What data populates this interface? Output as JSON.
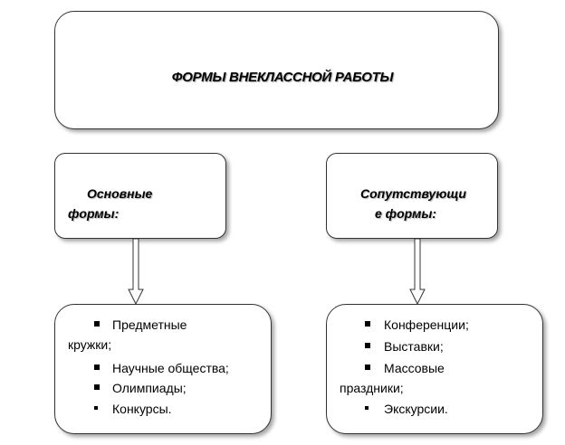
{
  "title": "ФОРМЫ ВНЕКЛАССНОЙ РАБОТЫ",
  "categories": {
    "left": {
      "line1": "Основные",
      "line2": "формы:"
    },
    "right": {
      "line1": "Сопутствующи",
      "line2": "е формы:"
    }
  },
  "left_list": {
    "lines": [
      "Предметные",
      "кружки;",
      "Научные общества;",
      "Олимпиады;",
      "Конкурсы."
    ]
  },
  "right_list": {
    "lines": [
      "Конференции;",
      "Выставки;",
      "Массовые",
      "праздники;",
      "Экскурсии."
    ]
  }
}
